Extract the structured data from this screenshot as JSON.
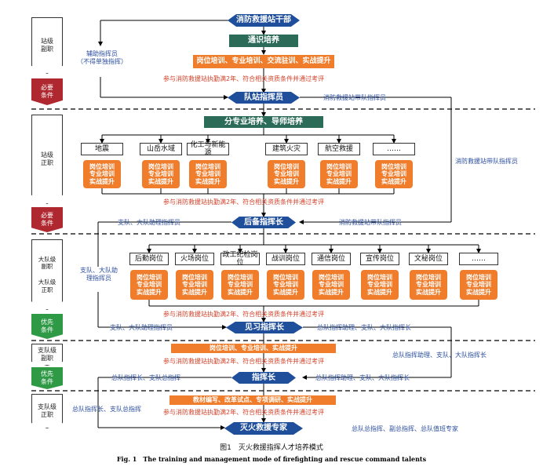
{
  "diagram": {
    "top_node": "消防救援站干部",
    "general_training": "通识培养",
    "station_training": "岗位培训、专业培训、交流驻训、实战提升",
    "requirement_note": "参与消防救援站执勤满2年、符合相关资质条件并通过考评",
    "assist_commander": "辅助指挥员\n（不得单独指挥）",
    "team_commander": "队站指挥员",
    "specialty_training": "分专业培养、导师培养",
    "station_specialties": [
      "地震",
      "山岳水域",
      "化工与新能源",
      "建筑火灾",
      "航空救援",
      "……"
    ],
    "training_card": "岗位培训\n专业培训\n实战提升",
    "reserve_commander": "后备指挥长",
    "brigade_posts": [
      "后勤岗位",
      "火场岗位",
      "政工纪检岗位",
      "战训岗位",
      "通信岗位",
      "宣传岗位",
      "文秘岗位",
      "……"
    ],
    "intern_commander": "见习指挥长",
    "bar_training": "岗位培训、专业培训、实战提升",
    "commander": "指挥长",
    "expert_training": "教材编写、改革试点、专项调研、实战提升",
    "expert": "灭火救援专家"
  },
  "stages": [
    {
      "title": "站级\n副职",
      "condition": "必要\n条件"
    },
    {
      "title": "站级\n正职",
      "condition": "必要\n条件"
    },
    {
      "title": "大队级\n副职\n\n大队级\n正职",
      "condition": "优先\n条件"
    },
    {
      "title": "支队级\n副职",
      "condition": "优先\n条件"
    },
    {
      "title": "支队级\n正职",
      "condition": ""
    }
  ],
  "flow_labels": {
    "station_lead_1": "消防救援站带队指挥员",
    "station_lead_2": "消防救援站带队指挥员",
    "station_lead_3": "消防救援站带队指挥员",
    "branch_asst_1": "支队、大队助理指挥员",
    "branch_asst_2": "支队、大队助\n理指挥员",
    "branch_asst_3": "支队、大队助理指挥员",
    "general_asst_1": "总队指挥助理、支队、大队指挥长",
    "general_asst_2": "总队指挥助理、支队、大队指挥长",
    "general_asst_3": "总队指挥助理、支队、大队指挥长",
    "general_cmd_1": "总队指挥长、支队总指挥",
    "general_cmd_2": "总队指挥长、支队总指挥",
    "final": "总队总指挥、副总指挥、总队值班专家"
  },
  "caption": {
    "zh": "图1　灭火救援指挥人才培养模式",
    "en": "Fig. 1　The training and management mode of firefighting and rescue command talents"
  },
  "colors": {
    "navy": "#1f4e9a",
    "green": "#2c6b58",
    "orange": "#ef7d2c",
    "red_note": "#d2432c",
    "blue_label": "#2b4ea0",
    "necessary_red": "#b0282f",
    "priority_green": "#2f9a46"
  }
}
